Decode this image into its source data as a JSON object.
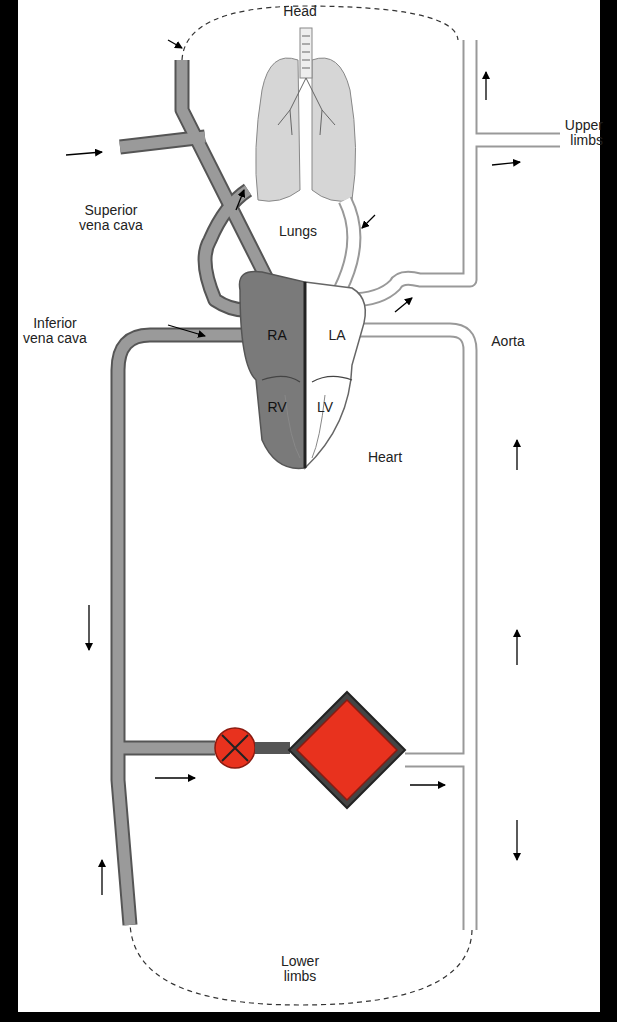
{
  "diagram": {
    "labels": [
      "Head",
      "Upper limbs",
      "Superior vena cava",
      "Lungs",
      "Inferior vena cava",
      "RA",
      "LA",
      "RV",
      "LV",
      "Aorta",
      "Heart",
      "Lower limbs"
    ]
  }
}
